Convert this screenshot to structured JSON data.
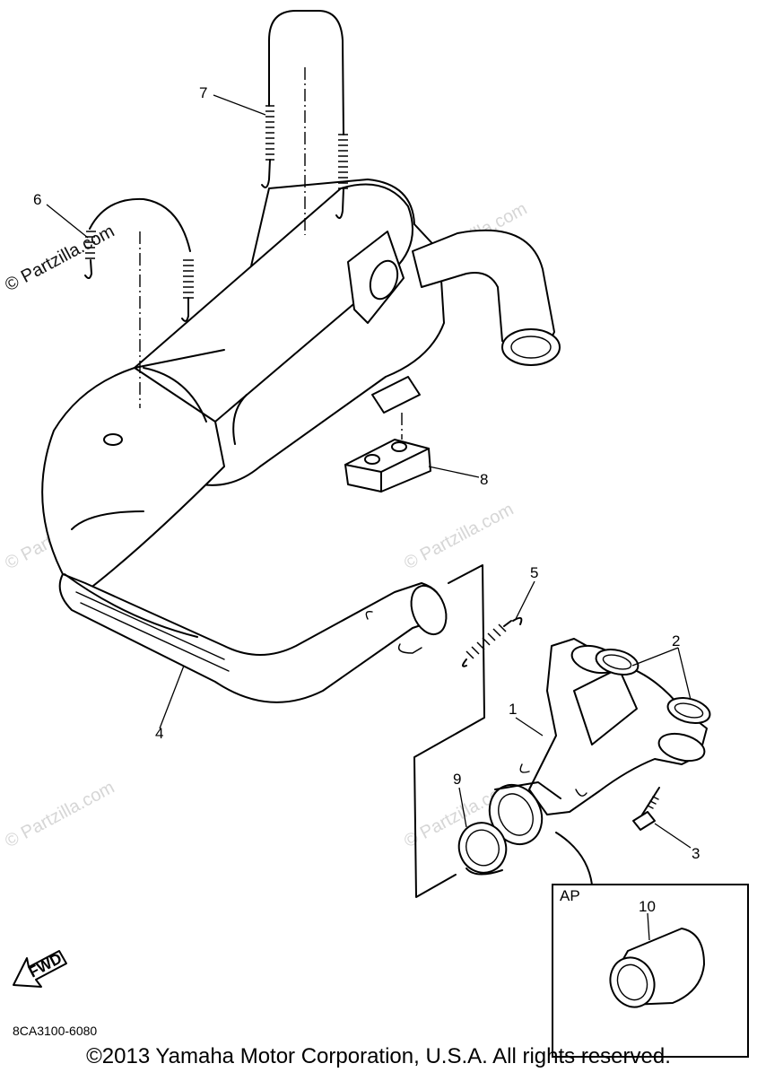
{
  "diagram": {
    "callouts": [
      "1",
      "2",
      "3",
      "4",
      "5",
      "6",
      "7",
      "8",
      "9",
      "10"
    ],
    "ap_label": "AP",
    "fwd_label": "FWD",
    "diagram_code": "8CA3100-6080",
    "copyright": "©2013 Yamaha Motor Corporation, U.S.A. All rights reserved."
  },
  "watermark": {
    "dark": "© Partzilla.com",
    "light": "© Partzilla.com"
  }
}
